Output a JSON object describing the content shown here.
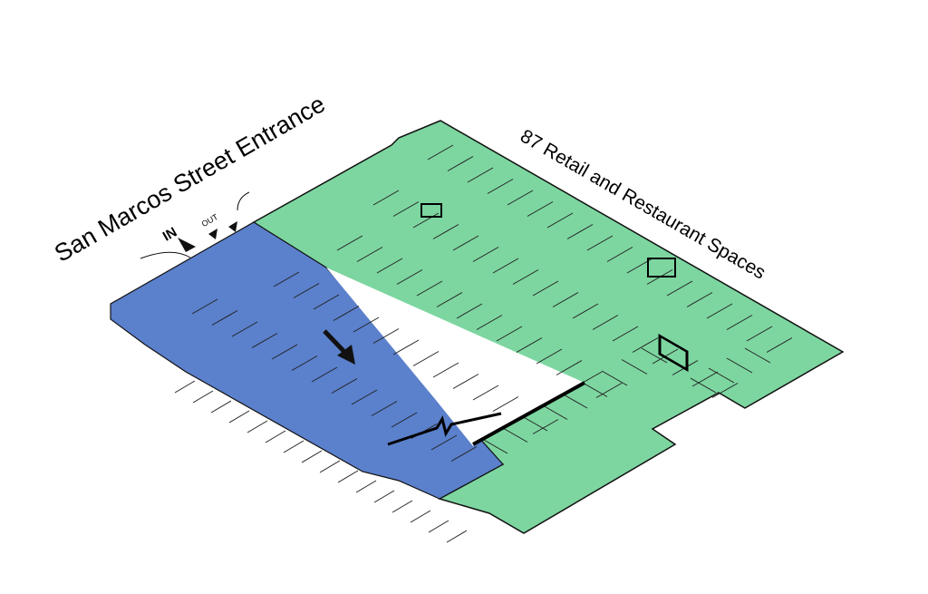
{
  "labels": {
    "entrance": "San Marcos Street Entrance",
    "retail": "87 Retail and Restaurant Spaces",
    "in": "IN",
    "out": "OUT"
  },
  "colors": {
    "green_zone": "#7dd6a0",
    "blue_zone": "#5b80cc",
    "lines": "#1a1a1a"
  }
}
